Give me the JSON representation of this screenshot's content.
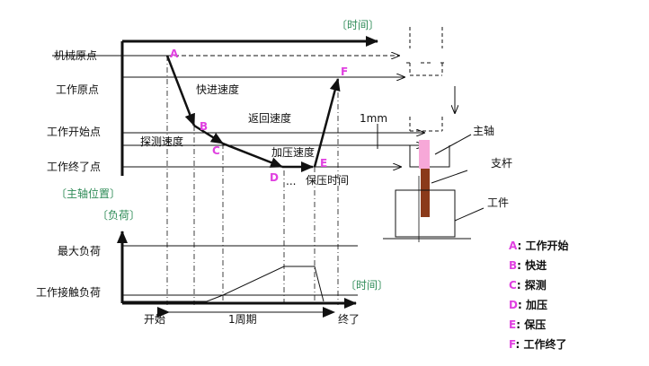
{
  "time_label_top": "〔时间〕",
  "time_label_bottom": "〔时间〕",
  "position_axis_label": "〔主轴位置〕",
  "load_axis_label": "〔负荷〕",
  "levels": {
    "mechanical_origin": "机械原点",
    "work_origin": "工作原点",
    "work_start": "工作开始点",
    "work_end": "工作终了点"
  },
  "load_levels": {
    "max_load": "最大负荷",
    "contact_load": "工作接触负荷"
  },
  "speeds": {
    "fast": "快进速度",
    "return": "返回速度",
    "probe": "探测速度",
    "press": "加压速度",
    "hold": "保压时间"
  },
  "points": {
    "a": "A",
    "b": "B",
    "c": "C",
    "d": "D",
    "e": "E",
    "f": "F"
  },
  "cycle": {
    "start": "开始",
    "period": "1周期",
    "end": "终了"
  },
  "dots": "...",
  "machine": {
    "clearance": "1mm",
    "spindle": "主轴",
    "support_rod": "支杆",
    "workpiece": "工件"
  },
  "legend": [
    {
      "key": "A",
      "sep": ": ",
      "text": "工作开始"
    },
    {
      "key": "B",
      "sep": ": ",
      "text": "快进"
    },
    {
      "key": "C",
      "sep": ": ",
      "text": "探测"
    },
    {
      "key": "D",
      "sep": ": ",
      "text": "加压"
    },
    {
      "key": "E",
      "sep": ": ",
      "text": "保压"
    },
    {
      "key": "F",
      "sep": ": ",
      "text": "工作终了"
    }
  ],
  "colors": {
    "point_label": "#e040e0",
    "axis_label": "#2e8b57",
    "spindle_tip": "#f7a8d8",
    "rod": "#8b3a1a"
  }
}
